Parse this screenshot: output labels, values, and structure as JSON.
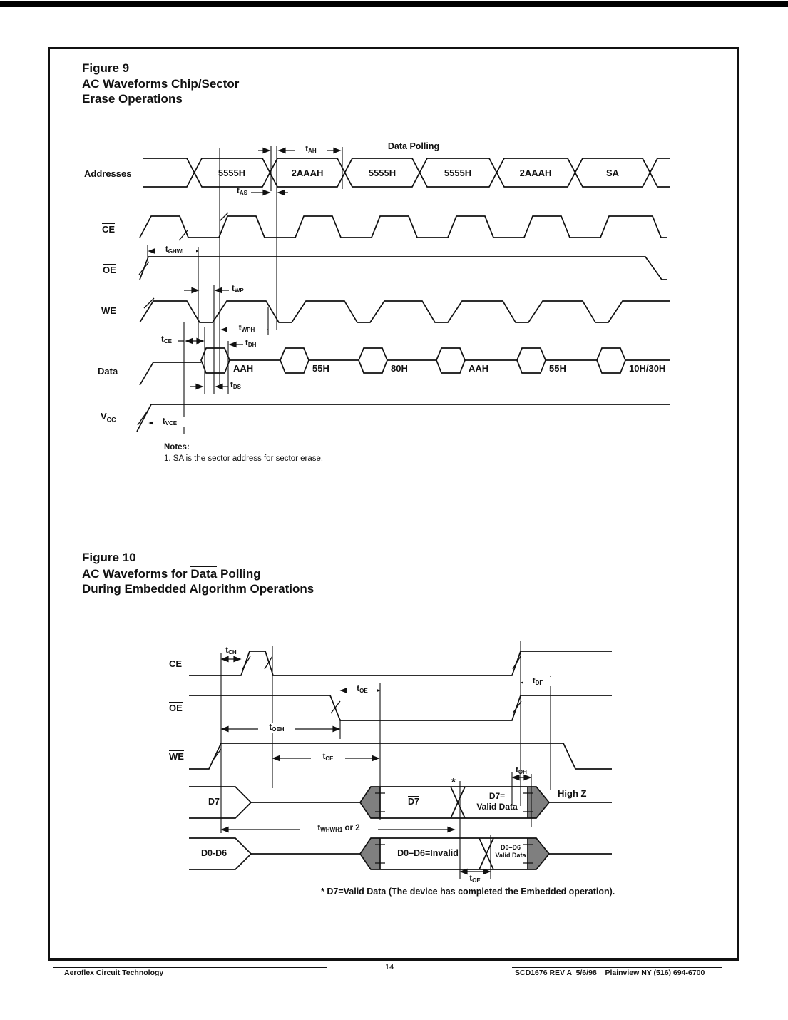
{
  "colors": {
    "ink": "#111111",
    "shade": "#7f7f7f",
    "paper": "#ffffff"
  },
  "figure9": {
    "title_line1": "Figure 9",
    "title_line2": "AC Waveforms Chip/Sector",
    "title_line3": "Erase Operations",
    "data_polling": {
      "overlined": "Data",
      "rest": " Polling"
    },
    "signals": {
      "addresses": "Addresses",
      "ce": "CE",
      "oe": "OE",
      "we": "WE",
      "data": "Data",
      "vcc": {
        "b": "V",
        "s": "CC"
      }
    },
    "address_segments": [
      "5555H",
      "2AAAH",
      "5555H",
      "5555H",
      "2AAAH",
      "SA"
    ],
    "data_values": [
      "AAH",
      "55H",
      "80H",
      "AAH",
      "55H",
      "10H/30H"
    ],
    "timings": {
      "tah": {
        "b": "t",
        "s": "AH"
      },
      "tas": {
        "b": "t",
        "s": "AS"
      },
      "tghwl": {
        "b": "t",
        "s": "GHWL"
      },
      "twp": {
        "b": "t",
        "s": "WP"
      },
      "twph": {
        "b": "t",
        "s": "WPH"
      },
      "tce": {
        "b": "t",
        "s": "CE"
      },
      "tdh": {
        "b": "t",
        "s": "DH"
      },
      "tds": {
        "b": "t",
        "s": "DS"
      },
      "tvce": {
        "b": "t",
        "s": "VCE"
      }
    },
    "notes_heading": "Notes:",
    "note_1": "1. SA is the sector address for sector erase."
  },
  "figure10": {
    "title_line1": "Figure 10",
    "title_line2_pre": "AC Waveforms for ",
    "title_line2_ovl": "Data",
    "title_line2_post": " Polling",
    "title_line3": "During Embedded Algorithm Operations",
    "signals": {
      "ce": "CE",
      "oe": "OE",
      "we": "WE",
      "d7": "D7",
      "d0d6": "D0-D6"
    },
    "segments": {
      "d7_bar": "D7",
      "d7_valid_line1": "D7=",
      "d7_valid_line2": "Valid Data",
      "high_z": "High Z",
      "star": "*",
      "d0d6_invalid": "D0–D6=Invalid",
      "d0d6_valid_line1": "D0–D6",
      "d0d6_valid_line2": "Valid Data"
    },
    "timings": {
      "tch": {
        "b": "t",
        "s": "CH"
      },
      "tdf": {
        "b": "t",
        "s": "DF"
      },
      "toe": {
        "b": "t",
        "s": "OE"
      },
      "toeh": {
        "b": "t",
        "s": "OEH"
      },
      "tce": {
        "b": "t",
        "s": "CE"
      },
      "toh": {
        "b": "t",
        "s": "OH"
      },
      "twhwh": {
        "b": "t",
        "s": "WHWH1",
        "r": " or 2"
      },
      "toe2": {
        "b": "t",
        "s": "OE"
      }
    },
    "footnote": "* D7=Valid Data (The device has completed the Embedded operation)."
  },
  "footer": {
    "left": "Aeroflex Circuit Technology",
    "page": "14",
    "right": "SCD1676 REV A  5/6/98    Plainview NY (516) 694-6700"
  }
}
